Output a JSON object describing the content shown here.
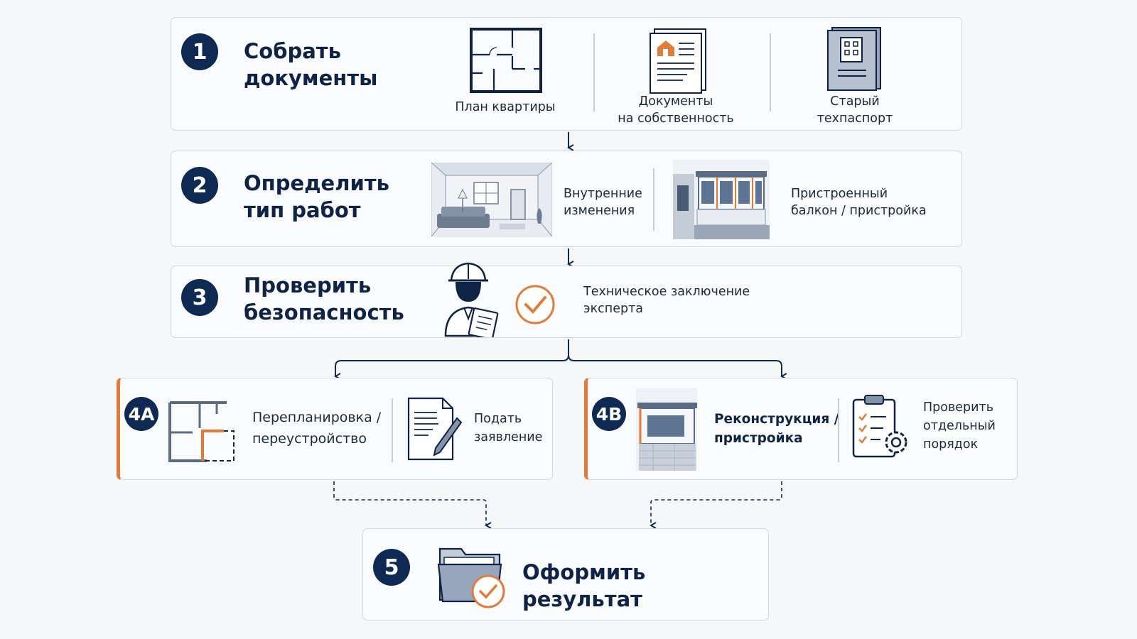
{
  "step1": {
    "number": "1",
    "title": "Собрать\nдокументы",
    "items": [
      {
        "label": "План квартиры",
        "icon": "floor-plan-icon"
      },
      {
        "label": "Документы\nна собственность",
        "icon": "property-document-icon"
      },
      {
        "label": "Старый\nтехпаспорт",
        "icon": "tech-passport-icon"
      }
    ]
  },
  "step2": {
    "number": "2",
    "title": "Определить\nтип работ",
    "items": [
      {
        "label": "Внутренние\nизменения",
        "icon": "room-interior-icon"
      },
      {
        "label": "Пристроенный\nбалкон / пристройка",
        "icon": "balcony-extension-icon"
      }
    ]
  },
  "step3": {
    "number": "3",
    "title": "Проверить\nбезопасность",
    "items": [
      {
        "label": "Техническое заключение\nэксперта",
        "icon": "engineer-icon"
      }
    ]
  },
  "step4a": {
    "number": "4A",
    "items": [
      {
        "label": "Перепланировка /\nпереустройство",
        "icon": "replanning-icon"
      },
      {
        "label": "Подать\nзаявление",
        "icon": "application-pen-icon"
      }
    ]
  },
  "step4b": {
    "number": "4B",
    "items": [
      {
        "label": "Реконструкция /\nпристройка",
        "icon": "reconstruction-icon"
      },
      {
        "label": "Проверить\nотдельный\nпорядок",
        "icon": "checklist-gear-icon"
      }
    ]
  },
  "step5": {
    "number": "5",
    "title": "Оформить результат",
    "icon": "folder-check-icon"
  },
  "colors": {
    "navy": "#0f2a52",
    "accent": "#e07b39",
    "border": "#d3d8df"
  }
}
